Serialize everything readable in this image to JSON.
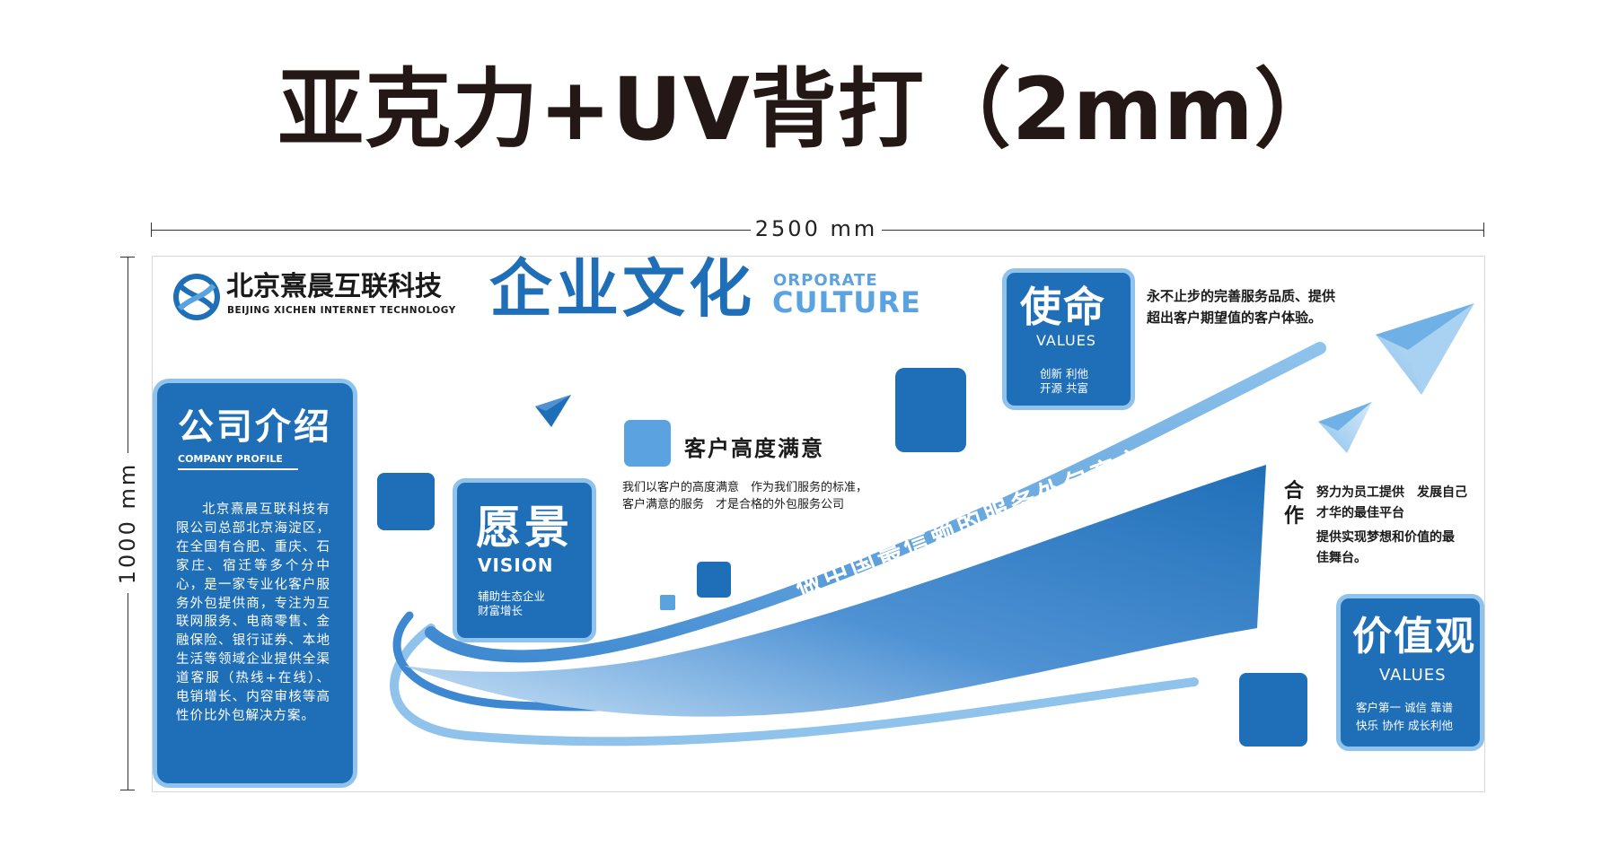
{
  "heading": "亚克力+UV背打（2mm）",
  "dimensions": {
    "width_label": "2500 mm",
    "height_label": "1000 mm"
  },
  "logo": {
    "icon": "xc-logo-icon",
    "name_cn": "北京熹晨互联科技",
    "name_en": "BEIJING XICHEN INTERNET TECHNOLOGY"
  },
  "title": {
    "cn": "企业文化",
    "en_line1": "ORPORATE",
    "en_line2": "CULTURE"
  },
  "intro": {
    "title": "公司介绍",
    "subtitle": "COMPANY PROFILE",
    "body": "北京熹晨互联科技有限公司总部北京海淀区，在全国有合肥、重庆、石家庄、宿迁等多个分中心，是一家专业化客户服务外包提供商，专注为互联网服务、电商零售、金融保险、银行证券、本地生活等领域企业提供全渠道客服（热线+在线）、电销增长、内容审核等高性价比外包解决方案。"
  },
  "vision": {
    "title": "愿景",
    "en": "VISION",
    "desc_line1": "辅助生态企业",
    "desc_line2": "财富增长"
  },
  "satisfaction": {
    "title": "客户高度满意",
    "desc_line1": "我们以客户的高度满意　作为我们服务的标准，",
    "desc_line2": "客户满意的服务　才是合格的外包服务公司"
  },
  "mission": {
    "title": "使命",
    "en": "VALUES",
    "desc_line1": "创新  利他",
    "desc_line2": "开源  共富",
    "text_line1": "永不止步的完善服务品质、提供",
    "text_line2": "超出客户期望值的客户体验。"
  },
  "cooperation": {
    "label": "合作",
    "line1": "努力为员工提供　发展自己",
    "line2": "才华的最佳平台",
    "line3": "提供实现梦想和价值的最",
    "line4": "佳舞台。"
  },
  "values": {
    "title": "价值观",
    "en": "VALUES",
    "desc_line1": "客户第一  诚信  靠谱",
    "desc_line2": "快乐  协作  成长利他"
  },
  "slogan": "做中国最信赖的服务外包商之一",
  "colors": {
    "primary": "#1f6fb8",
    "light": "#8fc3ec",
    "accent": "#5aa2e0",
    "heading": "#231815"
  },
  "icons": [
    "paper-plane-icon",
    "xc-logo-icon"
  ]
}
